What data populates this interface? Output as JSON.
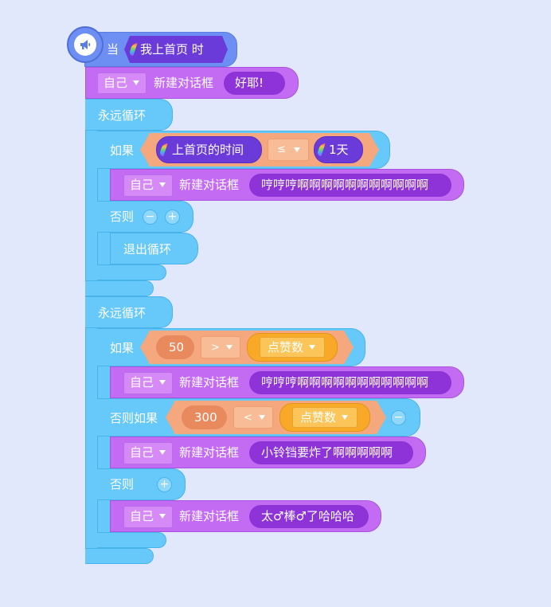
{
  "hat": {
    "when": "当",
    "event": "我上首页 时"
  },
  "say1": {
    "target": "自己",
    "action": "新建对话框",
    "text": "好耶!"
  },
  "loop1": {
    "label": "永远循环",
    "if_label": "如果",
    "cond_var": "上首页的时间",
    "cond_op": "≤",
    "cond_val": "1天",
    "say": {
      "target": "自己",
      "action": "新建对话框",
      "text": "哼哼哼啊啊啊啊啊啊啊啊啊啊啊"
    },
    "else_label": "否则",
    "minus": "−",
    "plus": "+",
    "break_label": "退出循环"
  },
  "loop2": {
    "label": "永远循环",
    "if_label": "如果",
    "cond1": {
      "left": "50",
      "op": ">",
      "right": "点赞数"
    },
    "say1": {
      "target": "自己",
      "action": "新建对话框",
      "text": "哼哼哼啊啊啊啊啊啊啊啊啊啊啊"
    },
    "elseif_label": "否则如果",
    "cond2": {
      "left": "300",
      "op": "<",
      "right": "点赞数"
    },
    "minus": "−",
    "say2": {
      "target": "自己",
      "action": "新建对话框",
      "text": "小铃铛要炸了啊啊啊啊啊"
    },
    "else_label": "否则",
    "plus": "+",
    "say3": {
      "target": "自己",
      "action": "新建对话框",
      "text": "太♂棒♂了哈哈哈"
    }
  },
  "colors": {
    "background": "#e1e8fb",
    "event": "#6d8ff3",
    "looks": "#c46bf3",
    "control": "#67c9f9",
    "operator": "#f5a77d",
    "variable": "#6a3bd9",
    "sensing": "#f8a928"
  },
  "icons": {
    "hat_icon": "megaphone-icon"
  }
}
